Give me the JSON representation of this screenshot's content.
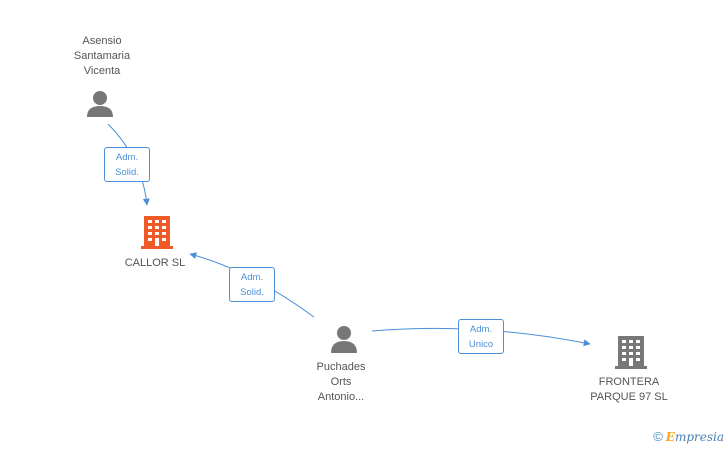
{
  "nodes": {
    "asensio": {
      "lines": [
        "Asensio",
        "Santamaria",
        "Vicenta"
      ],
      "type": "person"
    },
    "callor": {
      "lines": [
        "CALLOR SL"
      ],
      "type": "company",
      "highlight": true
    },
    "puchades": {
      "lines": [
        "Puchades",
        "Orts",
        "Antonio..."
      ],
      "type": "person"
    },
    "frontera": {
      "lines": [
        "FRONTERA",
        "PARQUE 97 SL"
      ],
      "type": "company"
    }
  },
  "edges": {
    "asensio_callor": {
      "lines": [
        "Adm.",
        "Solid."
      ]
    },
    "puchades_callor": {
      "lines": [
        "Adm.",
        "Solid."
      ]
    },
    "puchades_frontera": {
      "lines": [
        "Adm.",
        "Unico"
      ]
    }
  },
  "colors": {
    "edge": "#4a8fd8",
    "person_icon": "#777777",
    "company_icon": "#777777",
    "company_highlight": "#f05a28"
  },
  "watermark": {
    "symbol": "©",
    "brand_first": "E",
    "brand_rest": "mpresia"
  }
}
